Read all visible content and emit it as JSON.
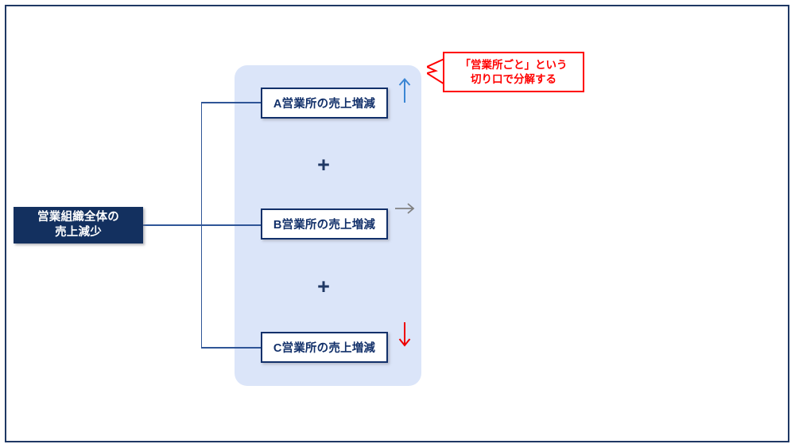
{
  "slide": {
    "source_node": {
      "line1": "営業組織全体の",
      "line2": "売上減少"
    },
    "group_panel": {
      "children": [
        {
          "label": "A営業所の売上増減",
          "trend": "up",
          "trend_color": "#3a86d4"
        },
        {
          "label": "B営業所の売上増減",
          "trend": "right",
          "trend_color": "#808080"
        },
        {
          "label": "C営業所の売上増減",
          "trend": "down",
          "trend_color": "#ee0000"
        }
      ],
      "operators": [
        "+",
        "+"
      ],
      "panel_color": "#dbe5f9"
    },
    "callout": {
      "line1": "「営業所ごと」という",
      "line2": "切り口で分解する",
      "color": "#ff0000"
    },
    "colors": {
      "navy": "#13305f",
      "box_border": "#12306a",
      "connector": "#2f5597",
      "frame": "#1f3864"
    }
  }
}
